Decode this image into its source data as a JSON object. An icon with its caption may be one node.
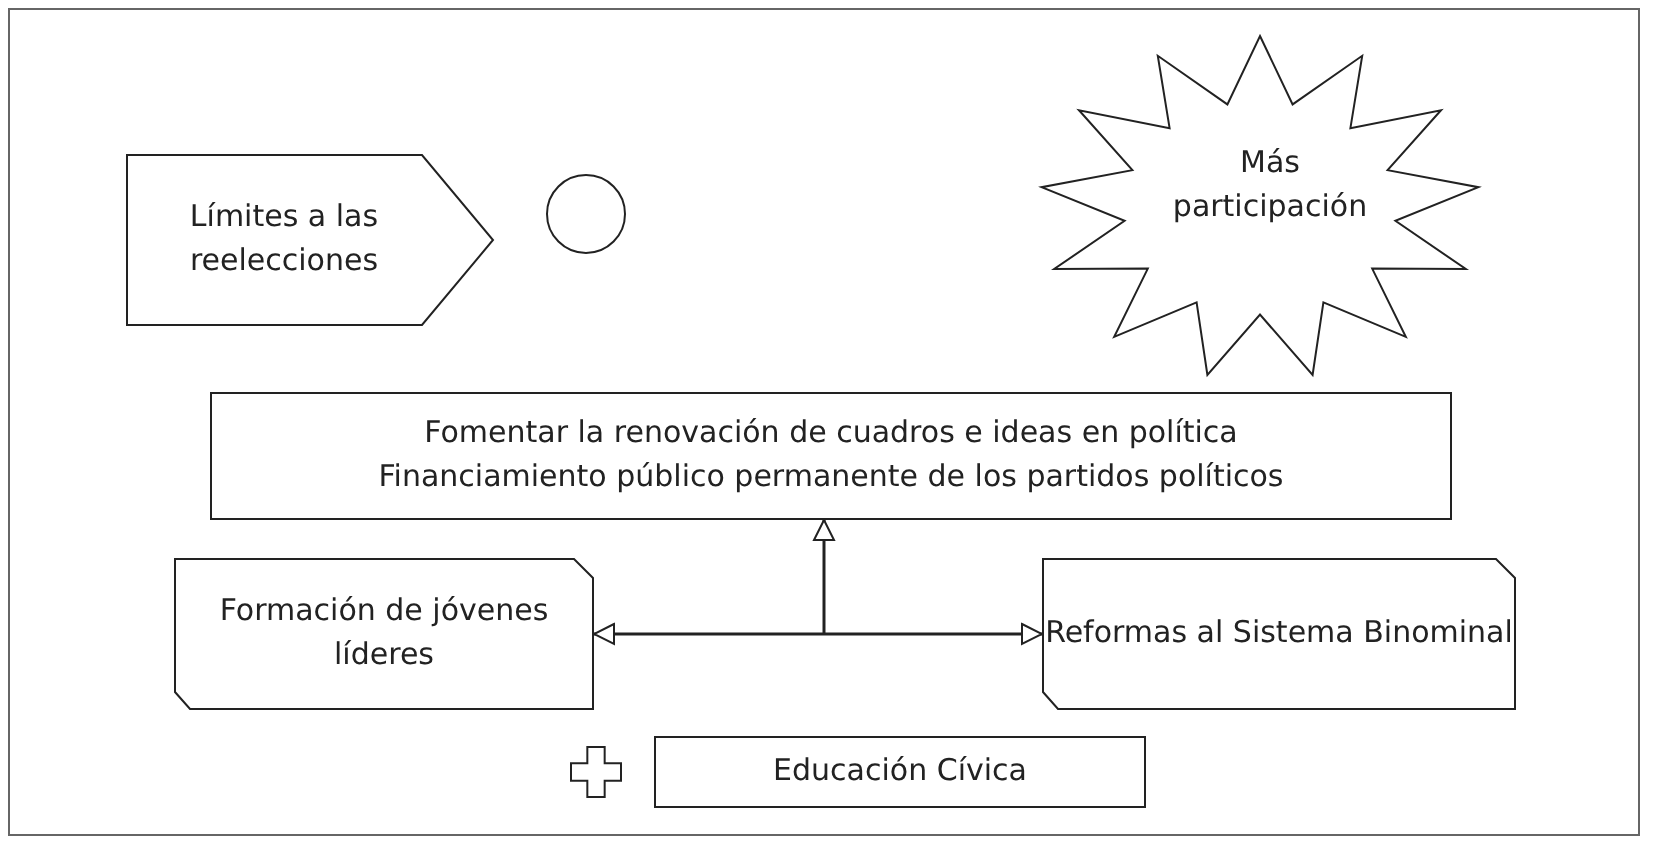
{
  "diagram": {
    "nodes": [
      {
        "text": [
          "Límites a las reelecciones"
        ]
      },
      {
        "text": [],
        "shape": "circle"
      },
      {
        "text": [
          "Más participación"
        ]
      },
      {
        "text": [
          "Fomentar la renovación de cuadros e ideas en política",
          "Financiamiento público permanente de los partidos políticos"
        ]
      },
      {
        "text": [
          "Formación de jóvenes líderes"
        ]
      },
      {
        "text": [
          "Reformas al Sistema Binominal"
        ]
      },
      {
        "text": [],
        "shape": "cross"
      },
      {
        "text": [
          "Educación Cívica"
        ]
      }
    ],
    "edges": [
      {
        "from": 4,
        "to": 5,
        "arrow": "both"
      },
      {
        "from": null,
        "to": 3,
        "arrow": "to"
      }
    ]
  }
}
